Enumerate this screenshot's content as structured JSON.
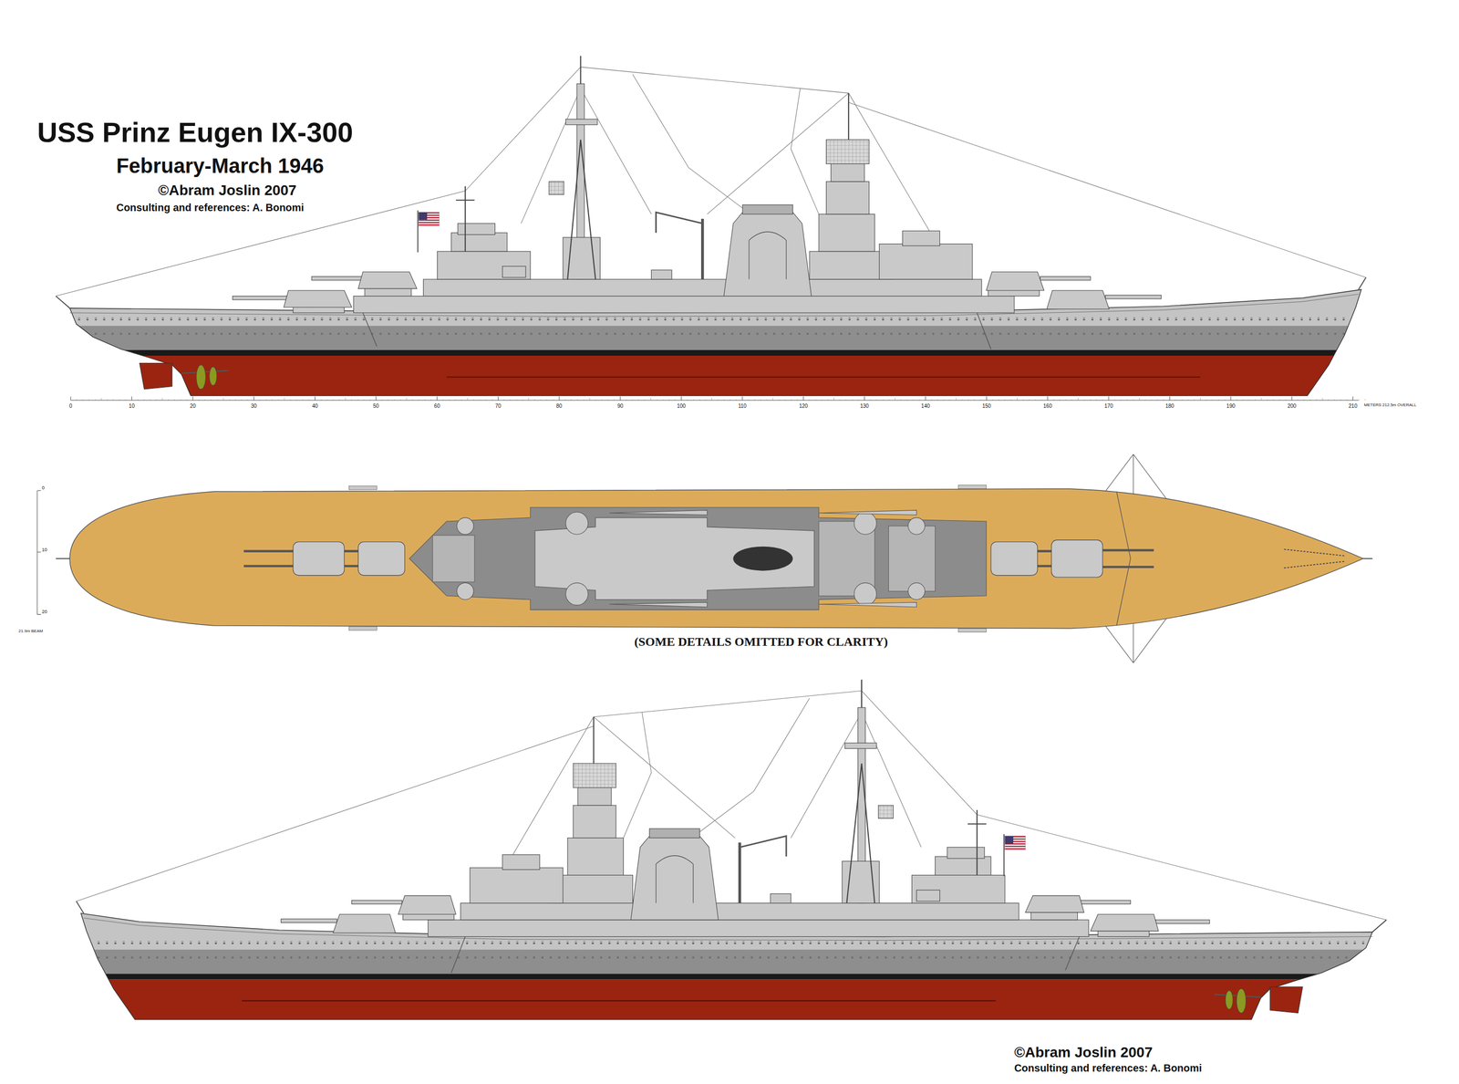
{
  "diagram": {
    "title": "USS Prinz Eugen IX-300",
    "labels": [
      "February-March 1946",
      "©Abram Joslin 2007",
      "Consulting and references: A. Bonomi",
      "0",
      "10",
      "20",
      "30",
      "40",
      "50",
      "60",
      "70",
      "80",
      "90",
      "100",
      "110",
      "120",
      "130",
      "140",
      "150",
      "160",
      "170",
      "180",
      "190",
      "200",
      "210",
      "METERS 212.5m OVERALL",
      "0",
      "10",
      "20",
      "21.9m BEAM",
      "(SOME DETAILS OMITTED FOR CLARITY)",
      "©Abram Joslin 2007",
      "Consulting and references: A. Bonomi"
    ]
  }
}
